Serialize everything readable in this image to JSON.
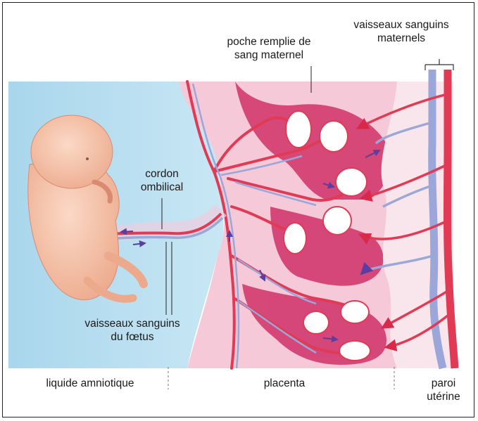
{
  "labels": {
    "poche": [
      "poche remplie de",
      "sang maternel"
    ],
    "maternels": [
      "vaisseaux sanguins",
      "maternels"
    ],
    "cordon": [
      "cordon",
      "ombilical"
    ],
    "foetus": [
      "vaisseaux sanguins",
      "du fœtus"
    ],
    "liquide": "liquide amniotique",
    "placenta": "placenta",
    "paroi": [
      "paroi",
      "utérine"
    ]
  },
  "colors": {
    "amniotic_fluid": "#b3dcef",
    "placenta": "#f5c4d3",
    "maternal_blood": "#d23a6e",
    "artery": "#e03a55",
    "vein": "#9aa7d8",
    "fetus_skin": "#f6bfa4",
    "arrow": "#5a3fa0"
  }
}
